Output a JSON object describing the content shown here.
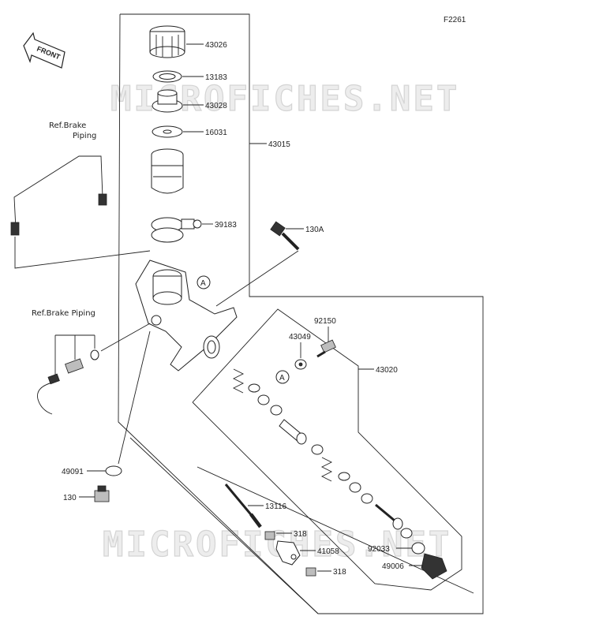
{
  "figure_code": "F2261",
  "front_arrow_label": "FRONT",
  "watermark": "MICROFICHES.NET",
  "ref_brake_piping_upper": [
    "Ref.Brake",
    "Piping"
  ],
  "ref_brake_piping_lower": "Ref.Brake Piping",
  "callout_a": "A",
  "parts": {
    "p43026": "43026",
    "p13183": "13183",
    "p43028": "43028",
    "p16031": "16031",
    "p43015": "43015",
    "p39183": "39183",
    "p130A": "130A",
    "p92150": "92150",
    "p43049": "43049",
    "p43020": "43020",
    "p49091": "49091",
    "p130": "130",
    "p13116": "13116",
    "p318a": "318",
    "p41058": "41058",
    "p92033": "92033",
    "p49006": "49006",
    "p318b": "318"
  }
}
